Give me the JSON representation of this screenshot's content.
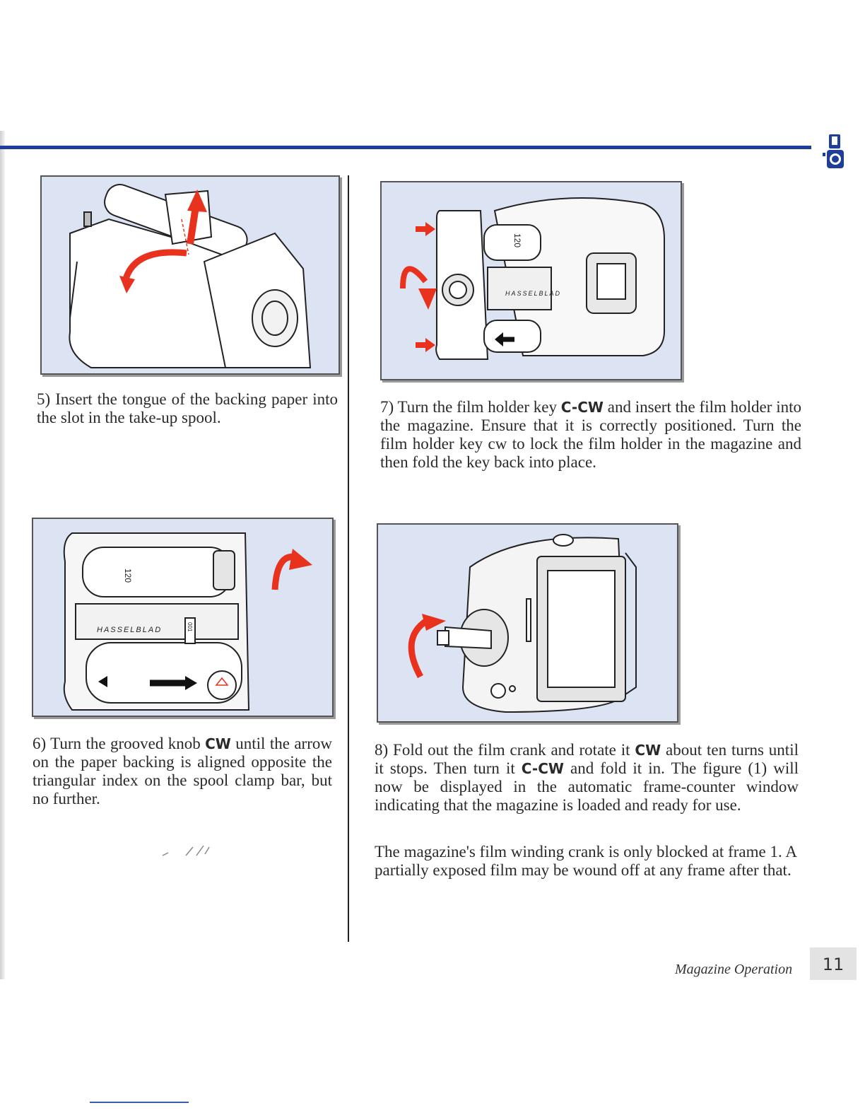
{
  "captions": {
    "step5": "5) Insert the tongue of the backing paper into the slot in the take-up spool.",
    "step6": {
      "before": "6) Turn the grooved knob ",
      "dir": "CW",
      "after": " until the arrow on the paper backing is aligned opposite the triangular index on the spool clamp bar, but no further."
    },
    "step7": {
      "p1": "7) Turn the film holder key ",
      "dir1": "C-CW",
      "p2": " and insert the film holder into the magazine. Ensure that it is correctly positioned. Turn the film holder key cw to lock the film holder in the magazine and then fold the key back into place."
    },
    "step8": {
      "p1": "8) Fold out the film crank and rotate it ",
      "dir1": "CW",
      "p2": " about ten turns until it stops. Then turn it ",
      "dir2": "C-CW",
      "p3": " and fold it in. The figure (1) will now be displayed in the automatic frame-counter window indicating that the magazine is loaded and ready for use."
    },
    "step8_note": "The magazine's film winding crank is only blocked at frame 1. A partially exposed film may be wound off at any frame after that."
  },
  "figure_text": {
    "film_type": "120",
    "brand": "HASSELBLAD",
    "counter": "001"
  },
  "footer": {
    "section": "Magazine Operation",
    "page": "11"
  },
  "colors": {
    "rule_blue": "#1f3e9a",
    "figure_bg": "#dce3f3",
    "arrow_red": "#e8321e"
  }
}
